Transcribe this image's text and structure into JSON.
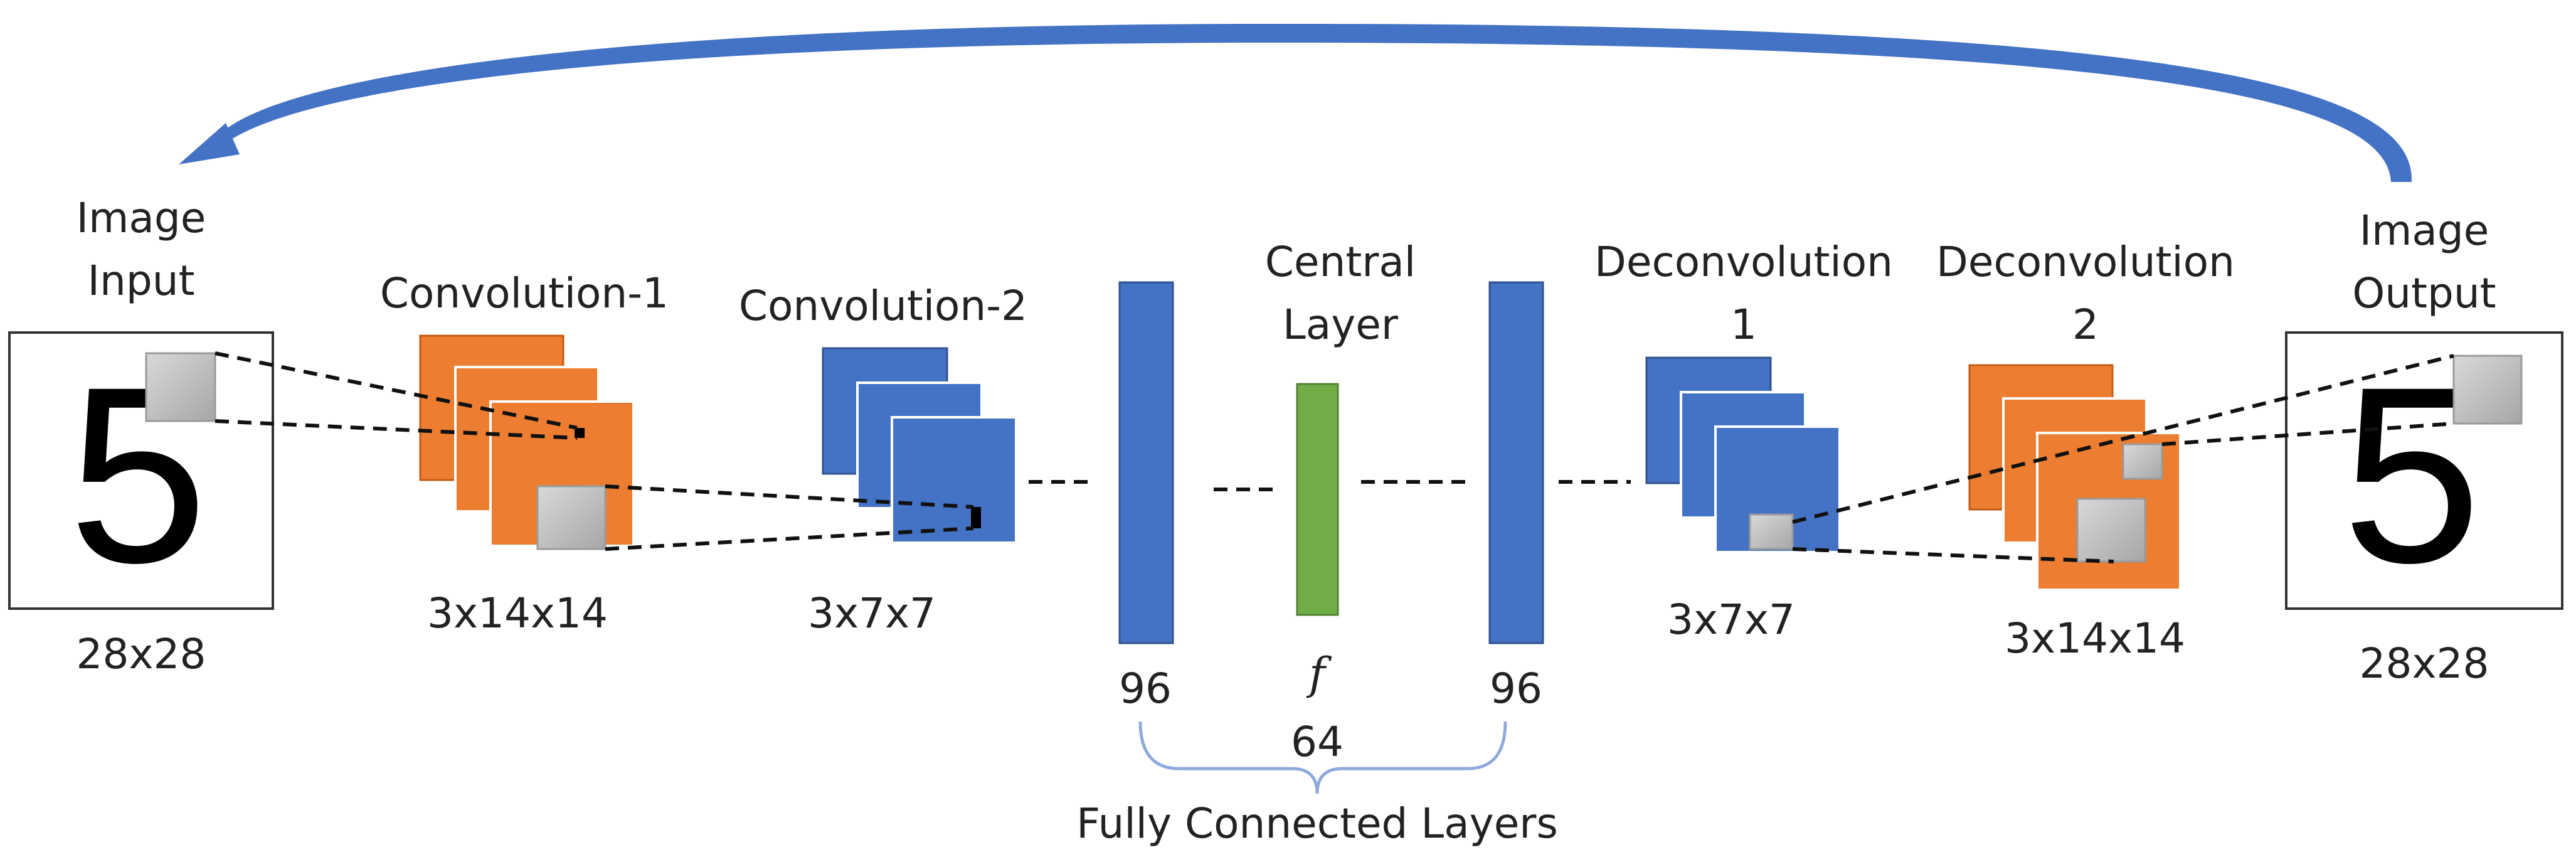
{
  "labels": {
    "input_title_1": "Image",
    "input_title_2": "Input",
    "input_size": "28x28",
    "conv1_title": "Convolution-1",
    "conv1_size": "3x14x14",
    "conv2_title": "Convolution-2",
    "conv2_size": "3x7x7",
    "fc1_size": "96",
    "central_title_1": "Central",
    "central_title_2": "Layer",
    "central_symbol": "f",
    "central_size": "64",
    "fc2_size": "96",
    "deconv1_title_1": "Deconvolution",
    "deconv1_title_2": "1",
    "deconv1_size": "3x7x7",
    "deconv2_title_1": "Deconvolution",
    "deconv2_title_2": "2",
    "deconv2_size": "3x14x14",
    "output_title_1": "Image",
    "output_title_2": "Output",
    "output_size": "28x28",
    "brace_label": "Fully Connected Layers",
    "digit_input": "5",
    "digit_output": "5"
  },
  "colors": {
    "conv_orange": "#ED7D31",
    "conv_blue": "#4472C4",
    "central_green": "#70AD47",
    "patch_gray": "#BFBFBF",
    "arrow_blue": "#4472C4",
    "brace_blue": "#8EA9DB"
  }
}
